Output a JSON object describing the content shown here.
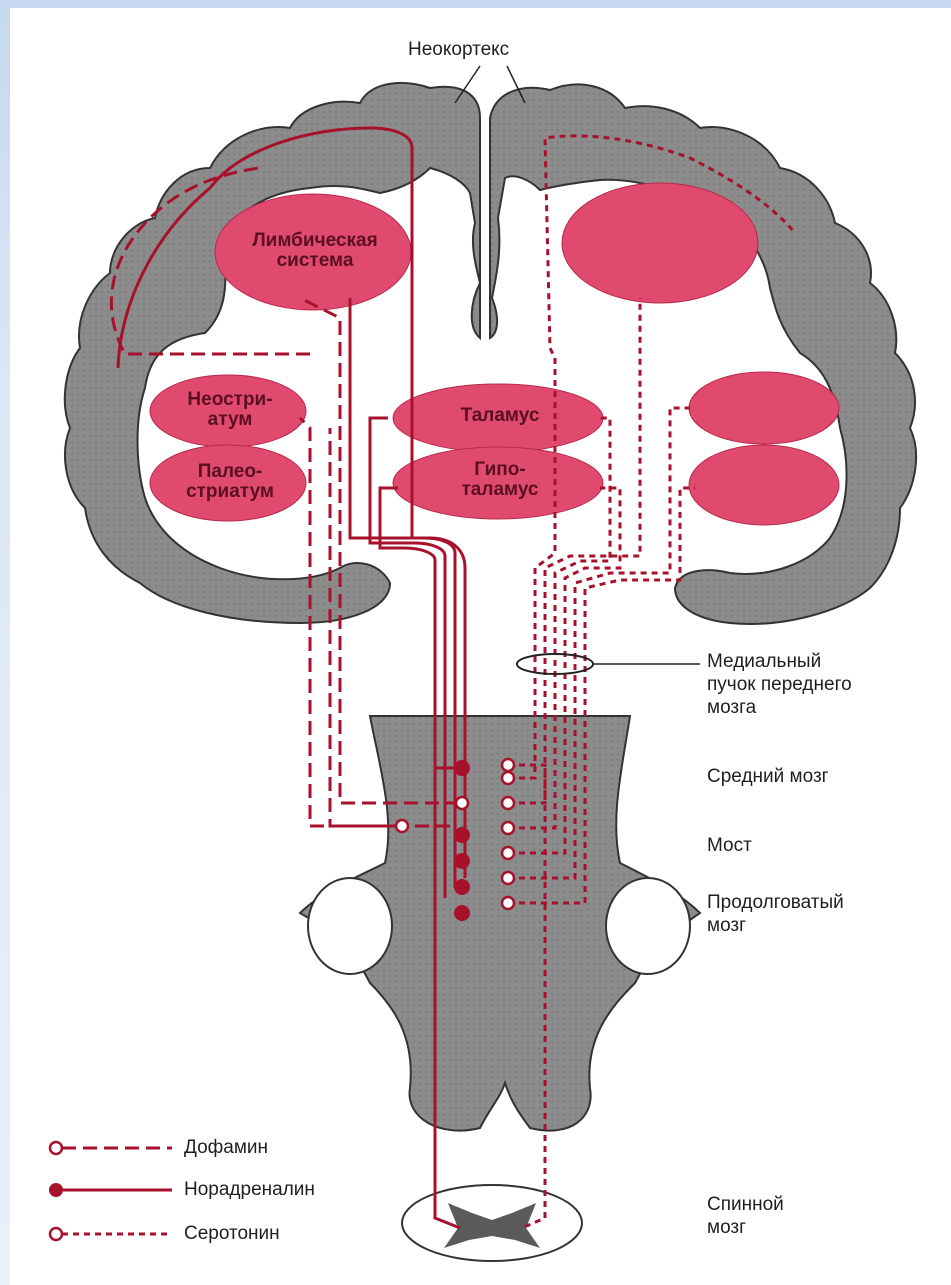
{
  "colors": {
    "cortex": "#8c8c8c",
    "nucleus": "#e04a6e",
    "pathway": "#a8112c",
    "label": "#1f1f1f"
  },
  "labels": {
    "neocortex": "Неокортекс",
    "limbic": "Лимбическая\nсистема",
    "neostriatum": "Неостри-\nатум",
    "paleostriatum": "Палео-\nстриатум",
    "thalamus": "Таламус",
    "hypothalamus": "Гипо-\nталамус",
    "medial_bundle": "Медиальный\nпучок переднего\nмозга",
    "midbrain": "Средний мозг",
    "pons": "Мост",
    "medulla": "Продолговатый\nмозг",
    "spinal_cord": "Спинной\nмозг"
  },
  "legend": [
    {
      "label": "Дофамин",
      "style": "dashed",
      "terminal": "open-circle"
    },
    {
      "label": "Норадреналин",
      "style": "solid",
      "terminal": "filled-circle"
    },
    {
      "label": "Серотонин",
      "style": "dotted",
      "terminal": "open-circle"
    }
  ]
}
